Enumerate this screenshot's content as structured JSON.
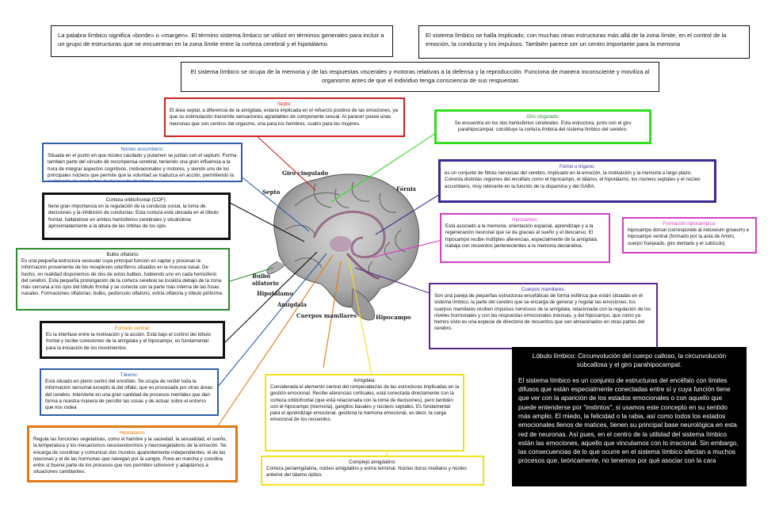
{
  "top_left": "La palabra límbico significa «borde» o «margen». El término sistema límbico se utilizó en términos generales para incluir a un grupo de estructuras que se encuentran en la zona límite entre la corteza cerebral y el hipotálamo.",
  "top_right": "El sistema límbico se halla implicado, con muchas otras estructuras más allá de la zona límite, en el control de la emoción, la conducta y los impulsos. También parece ser un centro importante para la memoria",
  "top_center": "El sistema límbico se ocupa de la memoria y de las respuestas viscerales y motoras relativas a la defensa y la reproducción. Funciona de manera inconsciente y moviliza al organismo antes de que el individuo tenga consciencia de sus respuestas",
  "colors": {
    "red": "#d11f1f",
    "blue": "#2f5fa8",
    "black": "#111111",
    "green": "#2e8b2e",
    "orange": "#e07b12",
    "purple": "#3a2a94",
    "lime": "#33dd22",
    "magenta": "#d43fc8",
    "violet": "#5a2a8c",
    "yellow": "#f2e01a"
  },
  "boxes": {
    "septo": {
      "title": "Septo:",
      "body": "El área septal, a diferencia de la amígdala, estaría implicada en el refuerzo positivo de las emociones, ya que su estimulación transmite sensaciones agradables de componente sexual. Al parecer posee unas neuronas que son centros del orgasmo, una para los hombres, cuatro para las mujeres."
    },
    "nucleo": {
      "title": "Núcleo accumbens:",
      "body": "Situada en el punto en que núcleo caudado y putamen se juntan con el septum. Forma también parte del circuito de recompensa cerebral, teniendo una gran influencia a la hora de integrar aspectos cognitivos, motivacionales y motores, y siendo uno de los principales núcleos que permite que la voluntad se traduzca en acción, permitiendo la realización de conductas de búsqueda de placer."
    },
    "corteza": {
      "title": "Corteza orbitofrontal (COF):",
      "body": "tiene gran importancia en la regulación de la conducta social, la toma de decisiones y la inhibición de conductas. Esta corteza está ubicada en el lóbulo frontal, hallándose en ambos hemisferios cerebrales y situándose aproximadamente a la altura de las órbitas de los ojos"
    },
    "bulbo": {
      "title": "Bulbo olfatorio:",
      "body": "Es una pequeña estructura vesicular cuya principal función es captar y procesar la información proveniente de los receptores odoríferos situados en la mucosa nasal. De hecho, en realidad disponemos de dos de estos bulbos, habiendo uno en cada hemisferio del cerebro. Esta pequeña prolongación de la corteza cerebral se localiza debajo de la zona más cercana a los ojos del lóbulo frontal y se conecta con la parte más interna de las fosas nasales. Formaciones olfatorias: bulbo, pedúnculo olfatorio, estría olfatoria y lóbulo piriforme."
    },
    "estriado": {
      "title": "Estriado ventral:",
      "body": "Es la interfase entre la motivación y la acción. Está bajo el control del lóbulo frontal y recibe conexiones de la amígdala y el hipocampo; es fundamental para la iniciación de los movimientos."
    },
    "talamo": {
      "title": "Tálamo:",
      "body": "Está situado en pleno centro del encéfalo. Se ocupa de recibir toda la información sensorial excepto la del olfato, que es procesada por otras áreas del cerebro. Interviene en una gran cantidad de procesos mentales que dan forma a nuestra manera de percibir las cosas y de actuar sobre el entorno que nos rodea"
    },
    "hipotalamo": {
      "title": "Hipotálamo:",
      "body": "Regula las funciones vegetativas, como el hambre y la saciedad, la sexualidad, el sueño, la temperatura y los mecanismos neuroendocrinos y neurovegetativos de la emoción. Se encarga de coordinar y comunicar dos mundos aparentemente independientes: el de las neuronas y el de las hormonas que navegan por la sangre. Pone en marcha y coordina entre sí buena parte de los procesos que nos permiten sobrevivir y adaptarnos a situaciones cambiantes."
    },
    "giro": {
      "title": "Giro cingulado:",
      "body": "Se encuentra en los dos hemisferios cerebrales. Esta estructura, junto con el giro parahipocampal, constituye la corteza límbica del sistema límbico del cerebro."
    },
    "fornix": {
      "title": "Fórnix o trígono:",
      "body": "es un conjunto de fibras nerviosas del cerebro, implicado en la emoción, la motivación y la memoria a largo plazo. Conecta distintas regiones del encéfalo como el hipocampo, el tálamo, el hipotálamo, los núcleos septales y el núcleo accumbens, muy relevante en la función de la dopamina y del GABA."
    },
    "hipocampo": {
      "title": "Hipocampo:",
      "body": "Está asociado a la memoria, orientación espacial, aprendizaje y a la regeneración neuronal que se da gracias al sueño y el descanso. El hipocampo recibe múltiples aferencias, especialmente de la amígdala. trabaja con recuerdos pertenecientes a la memoria declarativa,"
    },
    "formacion": {
      "title": "Formación hipocámpica:",
      "body": "hipocampo dorsal (corresponde al induseum griseum) e hipocampo ventral (formado por la asta de Amón, cuerpo franjeado, giro dentado y el subículo)."
    },
    "cuerpos": {
      "title": "Cuerpos mamilares:",
      "body": "Son una pareja de pequeñas estructuras encefálicas de forma esférica que están situadas en el sistema límbico, la parte del cerebro que se encarga de generar y regular las emociones. los cuerpos mamilares reciben impulsos nerviosos de la amígdala, relacionada con la regulación de los niveles hormonales y con las respuestas emocionales intensas, y del hipocampo, que como ya hemos visto es una especie de directorio de recuerdos que son almacenados en otras partes del cerebro."
    },
    "amigdala": {
      "title": "Amígdala:",
      "body": "Considerada el elemento central del rompecabezas de las estructuras implicadas en la gestión emocional. Recibe aferencias corticales, está conectada directamente con la corteza orbitofrontal (que está relacionada con la toma de decisiones), pero también con el hipocampo (memoria), ganglios basales y núcleos septales. Es fundamental para el aprendizaje emocional. gestiona la memoria emocional, es decir, la carga emocional de los recuerdos."
    },
    "complejo": {
      "title": "Complejo amigdalino:",
      "body": "Corteza periamigdalina, núcleo amigdalino y estría terminal. Núcleo dorso mediano y núcleo anterior del tálamo óptico."
    }
  },
  "lobulo": {
    "title": "Lóbulo límbico: Circunvolución del cuerpo calloso, la circunvolución subcallosa y el giro parahipocampal.",
    "body": "El sistema límbico es un conjunto de estructuras del encéfalo con límites difusos que están especialmente conectadas entre sí y cuya función tiene que ver con la aparición de los estados emocionales o con aquello que puede entenderse por \"instintos\", si usamos este concepto en su sentido más amplio. El miedo, la felicidad o la rabia, así como todos los estados emocionales llenos de matices, tienen su principal base neurológica en esta red de neuronas. Así pues, en el centro de la utilidad del sistema límbico están las emociones, aquello que vinculamos con lo irracional. Sin embargo, las consecuencias de lo que ocurre en el sistema límbico afectan a muchos procesos que, teóricamente, no tenemos por qué asociar con la cara"
  },
  "brain_labels": {
    "giro": "Giro cingulado",
    "septo": "Septo",
    "fornix": "Fórnix",
    "bulbo": "Bulbo olfatorio",
    "hipotalamo": "Hipotálamo",
    "amigdala": "Amígdala",
    "cuerpos": "Cuerpos mamilares",
    "hipocampo": "Hipocampo"
  }
}
